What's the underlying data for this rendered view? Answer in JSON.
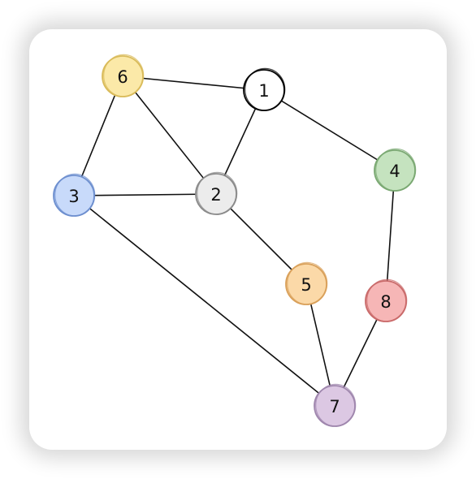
{
  "diagram": {
    "type": "undirected-graph",
    "nodes": [
      {
        "id": "1",
        "label": "1",
        "fill": "#ffffff",
        "stroke": "#000000"
      },
      {
        "id": "2",
        "label": "2",
        "fill": "#ececec",
        "stroke": "#8a8a8a"
      },
      {
        "id": "3",
        "label": "3",
        "fill": "#c8dafa",
        "stroke": "#6d8fcf"
      },
      {
        "id": "4",
        "label": "4",
        "fill": "#c5e3bf",
        "stroke": "#7aa872"
      },
      {
        "id": "5",
        "label": "5",
        "fill": "#fbd9a8",
        "stroke": "#d9a05a"
      },
      {
        "id": "6",
        "label": "6",
        "fill": "#fbe9a8",
        "stroke": "#d9bb5a"
      },
      {
        "id": "7",
        "label": "7",
        "fill": "#dcc8e3",
        "stroke": "#9f86ad"
      },
      {
        "id": "8",
        "label": "8",
        "fill": "#f6b6b6",
        "stroke": "#c96a6a"
      }
    ],
    "edges": [
      [
        "6",
        "1"
      ],
      [
        "6",
        "3"
      ],
      [
        "6",
        "2"
      ],
      [
        "1",
        "2"
      ],
      [
        "1",
        "4"
      ],
      [
        "3",
        "2"
      ],
      [
        "3",
        "7"
      ],
      [
        "2",
        "5"
      ],
      [
        "5",
        "7"
      ],
      [
        "4",
        "8"
      ],
      [
        "8",
        "7"
      ]
    ]
  }
}
